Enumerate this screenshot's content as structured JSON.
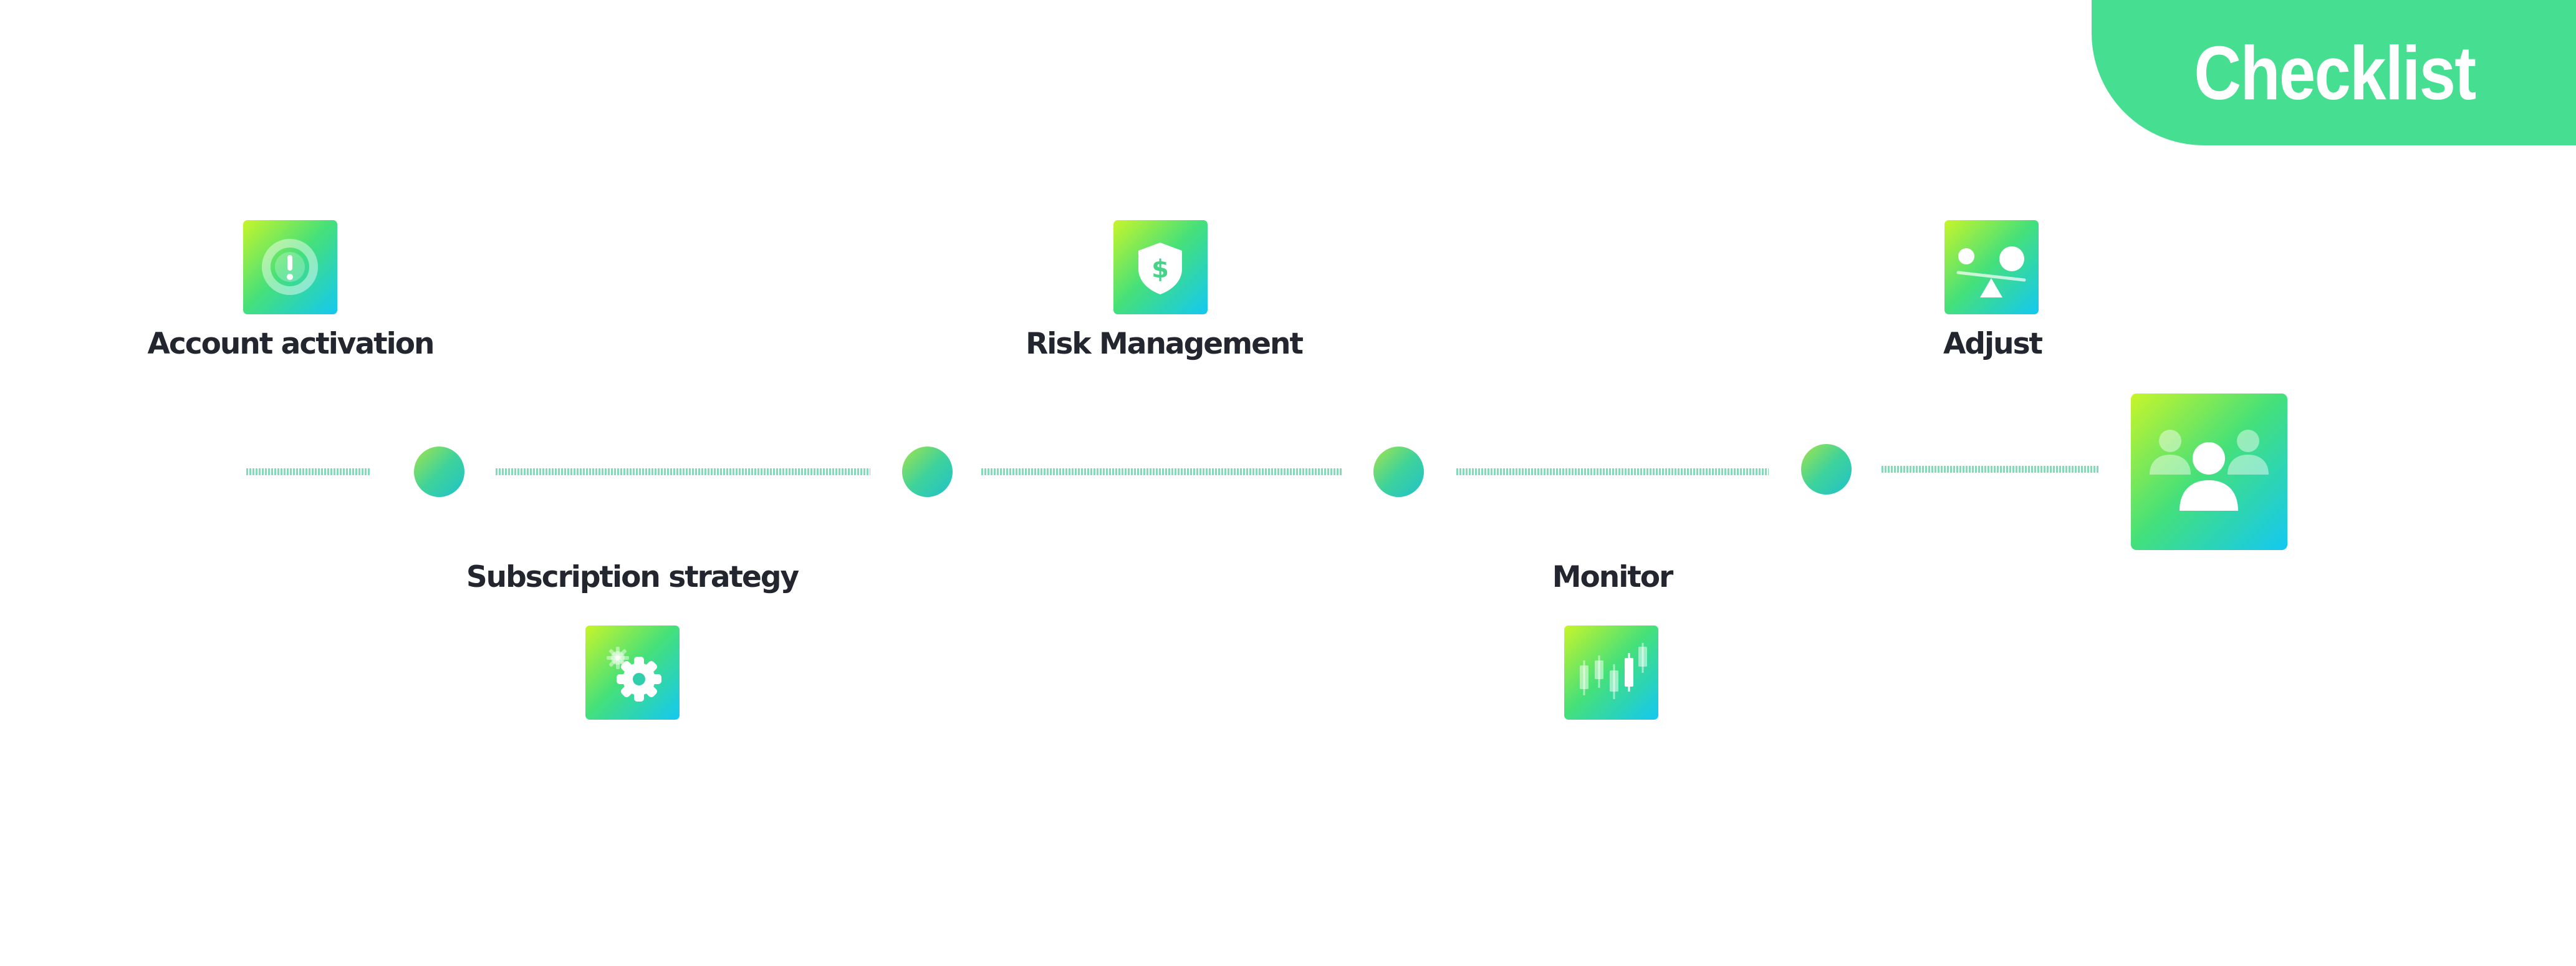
{
  "header": {
    "title": "Checklist"
  },
  "colors": {
    "accent": "#46df92",
    "gradient_start": "#c8f52a",
    "gradient_mid": "#45e07a",
    "gradient_end": "#13c8f2",
    "label_text": "#23262e",
    "connector": "#7fdcb6"
  },
  "steps": [
    {
      "label": "Account activation",
      "icon": "alert-circle-icon",
      "position": "above"
    },
    {
      "label": "Subscription strategy",
      "icon": "gears-icon",
      "position": "below"
    },
    {
      "label": "Risk Management",
      "icon": "shield-dollar-icon",
      "position": "above"
    },
    {
      "label": "Monitor",
      "icon": "candlestick-chart-icon",
      "position": "below"
    },
    {
      "label": "Adjust",
      "icon": "balance-scale-icon",
      "position": "above"
    }
  ],
  "end_icon": "team-users-icon"
}
